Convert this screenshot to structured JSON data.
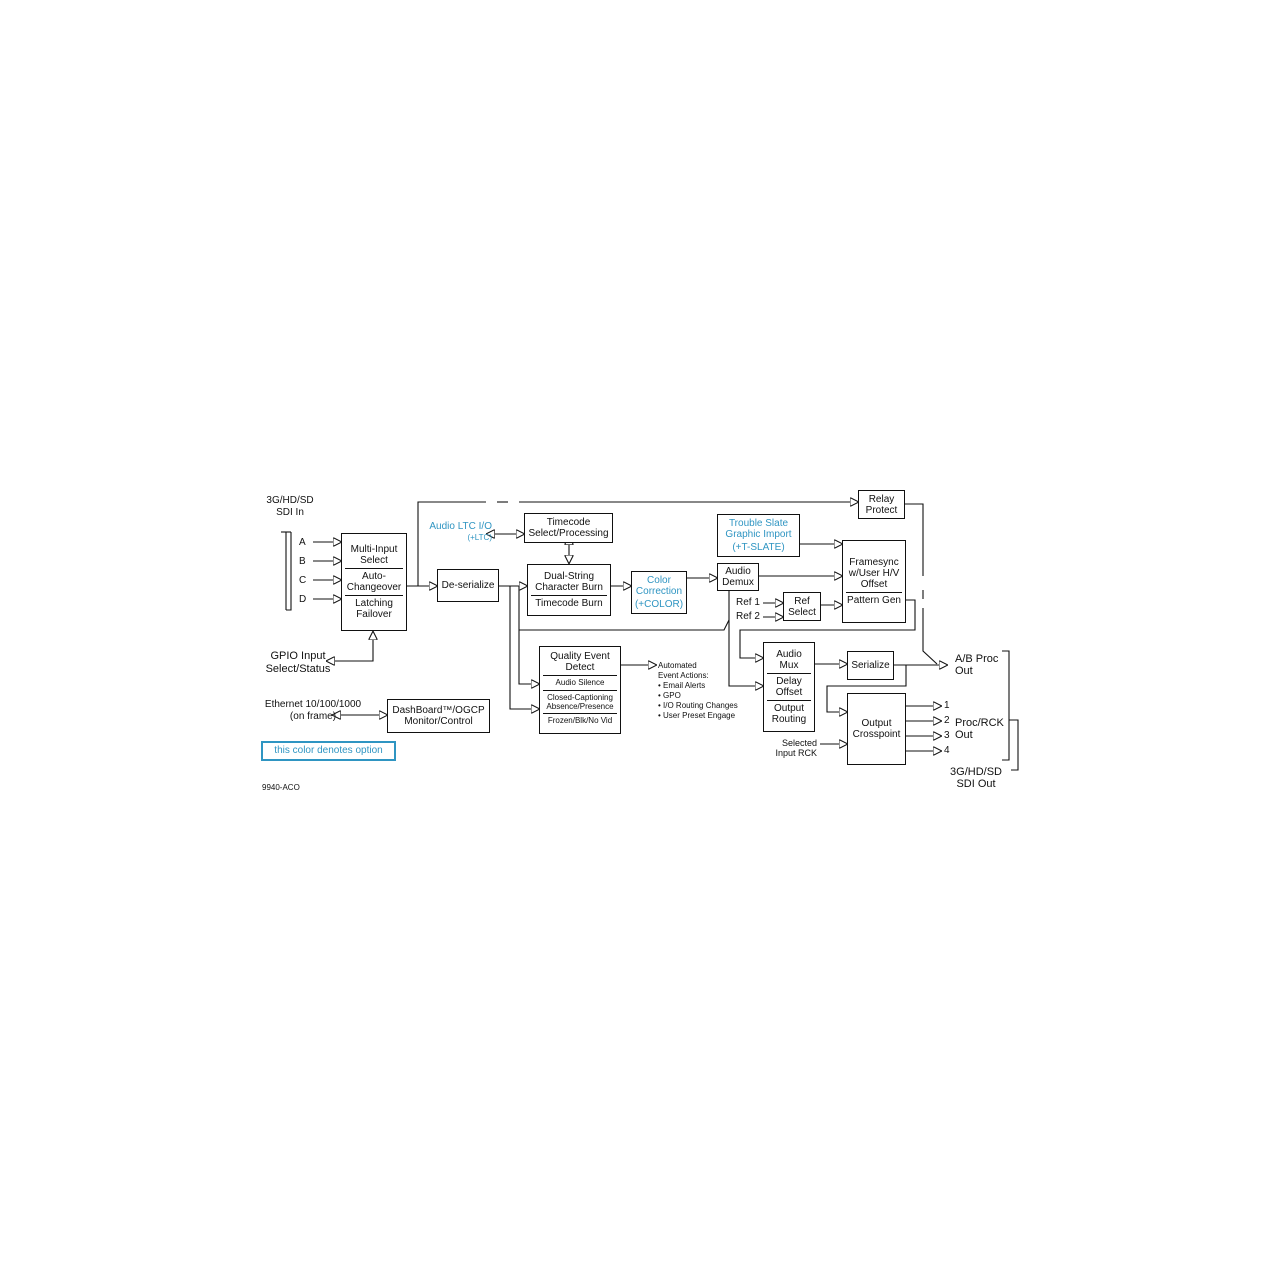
{
  "colors": {
    "option": "#2f95c2",
    "line": "#111111"
  },
  "input": {
    "title1": "3G/HD/SD",
    "title2": "SDI In",
    "a": "A",
    "b": "B",
    "c": "C",
    "d": "D"
  },
  "gpio": {
    "line1": "GPIO Input",
    "line2": "Select/Status"
  },
  "ethernet": {
    "line1": "Ethernet 10/100/1000",
    "line2": "(on frame)"
  },
  "blocks": {
    "multi_input": {
      "s1a": "Multi-Input",
      "s1b": "Select",
      "s2a": "Auto-",
      "s2b": "Changeover",
      "s3a": "Latching",
      "s3b": "Failover"
    },
    "deserialize": "De-serialize",
    "timecode_select": {
      "l1": "Timecode",
      "l2": "Select/Processing"
    },
    "char_burn": {
      "l1": "Dual-String",
      "l2": "Character Burn",
      "l3": "Timecode Burn"
    },
    "color_correction": {
      "l1": "Color",
      "l2": "Correction",
      "opt": "(+COLOR)"
    },
    "audio_demux": {
      "l1": "Audio",
      "l2": "Demux"
    },
    "trouble_slate": {
      "l1": "Trouble Slate",
      "l2": "Graphic Import",
      "opt": "(+T-SLATE)"
    },
    "relay": {
      "l1": "Relay",
      "l2": "Protect"
    },
    "framesync": {
      "l1": "Framesync",
      "l2": "w/User H/V",
      "l3": "Offset",
      "l4": "Pattern Gen"
    },
    "ref_select": {
      "l1": "Ref",
      "l2": "Select"
    },
    "quality": {
      "l1": "Quality Event",
      "l2": "Detect",
      "i1": "Audio Silence",
      "i2a": "Closed-Captioning",
      "i2b": "Absence/Presence",
      "i3": "Frozen/Blk/No Vid"
    },
    "audio_mux": {
      "l1": "Audio",
      "l2": "Mux",
      "l3": "Delay",
      "l4": "Offset",
      "l5": "Output",
      "l6": "Routing"
    },
    "serialize": "Serialize",
    "crosspoint": {
      "l1": "Output",
      "l2": "Crosspoint"
    },
    "dashboard": {
      "l1": "DashBoard™/OGCP",
      "l2": "Monitor/Control"
    }
  },
  "audio_ltc": {
    "label": "Audio LTC I/O",
    "opt": "(+LTC)"
  },
  "refs": {
    "ref1": "Ref 1",
    "ref2": "Ref 2"
  },
  "event_actions": {
    "l1": "Automated",
    "l2": "Event Actions:",
    "b1": "• Email Alerts",
    "b2": "• GPO",
    "b3": "• I/O Routing Changes",
    "b4": "• User Preset Engage"
  },
  "selected_rck": {
    "l1": "Selected",
    "l2": "Input RCK"
  },
  "outputs": {
    "ab_l1": "A/B Proc",
    "ab_l2": "Out",
    "proc_l1": "Proc/RCK",
    "proc_l2": "Out",
    "n1": "1",
    "n2": "2",
    "n3": "3",
    "n4": "4",
    "sdi_l1": "3G/HD/SD",
    "sdi_l2": "SDI Out"
  },
  "legend": "this color denotes option",
  "figure_id": "9940-ACO"
}
